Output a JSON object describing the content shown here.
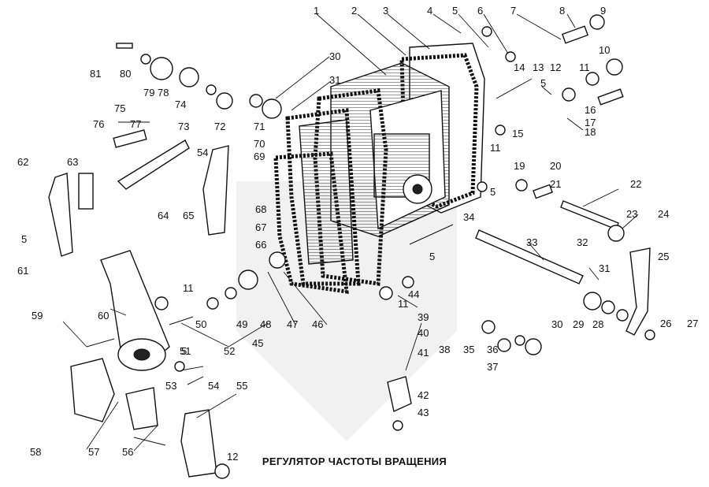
{
  "title": "РЕГУЛЯТОР ЧАСТОТЫ ВРАЩЕНИЯ",
  "labels": [
    "1",
    "2",
    "3",
    "4",
    "5",
    "6",
    "7",
    "8",
    "9",
    "10",
    "11",
    "12",
    "13",
    "14",
    "15",
    "16",
    "17",
    "18",
    "19",
    "20",
    "21",
    "22",
    "23",
    "24",
    "25",
    "26",
    "27",
    "28",
    "29",
    "30",
    "31",
    "32",
    "33",
    "34",
    "35",
    "36",
    "37",
    "38",
    "39",
    "40",
    "41",
    "42",
    "43",
    "44",
    "45",
    "46",
    "47",
    "48",
    "49",
    "50",
    "51",
    "52",
    "53",
    "54",
    "55",
    "56",
    "57",
    "58",
    "59",
    "60",
    "61",
    "62",
    "63",
    "64",
    "65",
    "66",
    "67",
    "68",
    "69",
    "70",
    "71",
    "72",
    "73",
    "74",
    "75",
    "76",
    "77",
    "78",
    "79",
    "80",
    "81"
  ]
}
